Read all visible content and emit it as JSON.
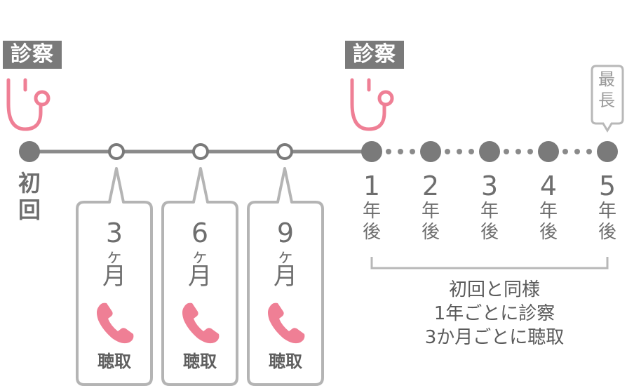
{
  "colors": {
    "line": "#8a8a8a",
    "ring": "#7a7a7a",
    "badge_bg": "#7a7a7a",
    "accent": "#ef7f95",
    "callout_border": "#b4b4b4",
    "bracket": "#b8b8b8"
  },
  "badges": {
    "first": "診察",
    "year1": "診察"
  },
  "icons": {
    "diagnosis": "stethoscope-icon",
    "phone": "phone-icon"
  },
  "first_visit_label": "初\n回",
  "months": [
    {
      "num": "3",
      "unit": "ヶ",
      "month": "月",
      "call": "聴取"
    },
    {
      "num": "6",
      "unit": "ヶ",
      "month": "月",
      "call": "聴取"
    },
    {
      "num": "9",
      "unit": "ヶ",
      "month": "月",
      "call": "聴取"
    }
  ],
  "years": [
    {
      "num": "1",
      "unit": "年\n後"
    },
    {
      "num": "2",
      "unit": "年\n後"
    },
    {
      "num": "3",
      "unit": "年\n後"
    },
    {
      "num": "4",
      "unit": "年\n後"
    },
    {
      "num": "5",
      "unit": "年\n後"
    }
  ],
  "max_tag": "最\n長",
  "note": {
    "line1": "初回と同様",
    "line2": "1年ごとに診察",
    "line3": "3か月ごとに聴取"
  }
}
